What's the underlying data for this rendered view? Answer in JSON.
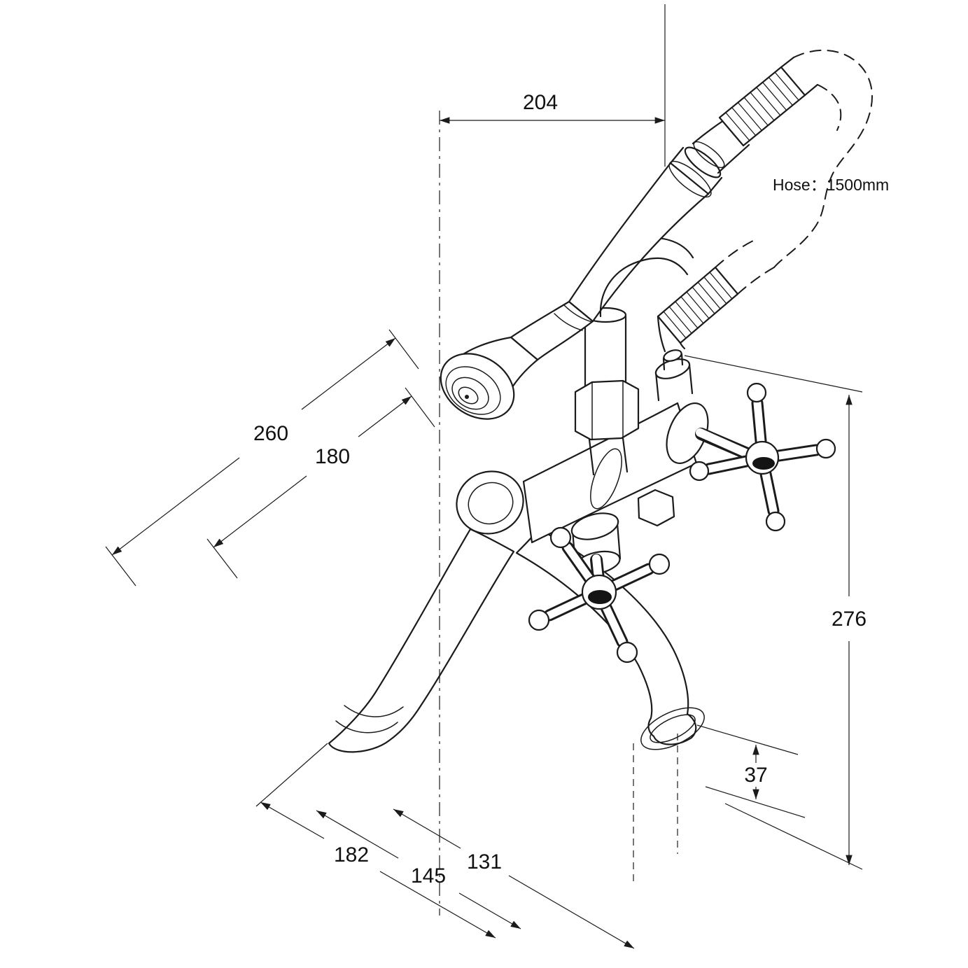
{
  "drawing": {
    "dimensions": {
      "top_width": "204",
      "depth_total": "260",
      "depth_inner": "180",
      "height_total": "276",
      "spout_clearance": "37",
      "spout_reach": "131",
      "center_offset": "145",
      "base_depth": "182"
    },
    "annotations": {
      "hose_length": "Hose：1500mm"
    },
    "colors": {
      "line": "#1b1b1b",
      "background": "#ffffff",
      "handle_badge": "#141414"
    }
  }
}
